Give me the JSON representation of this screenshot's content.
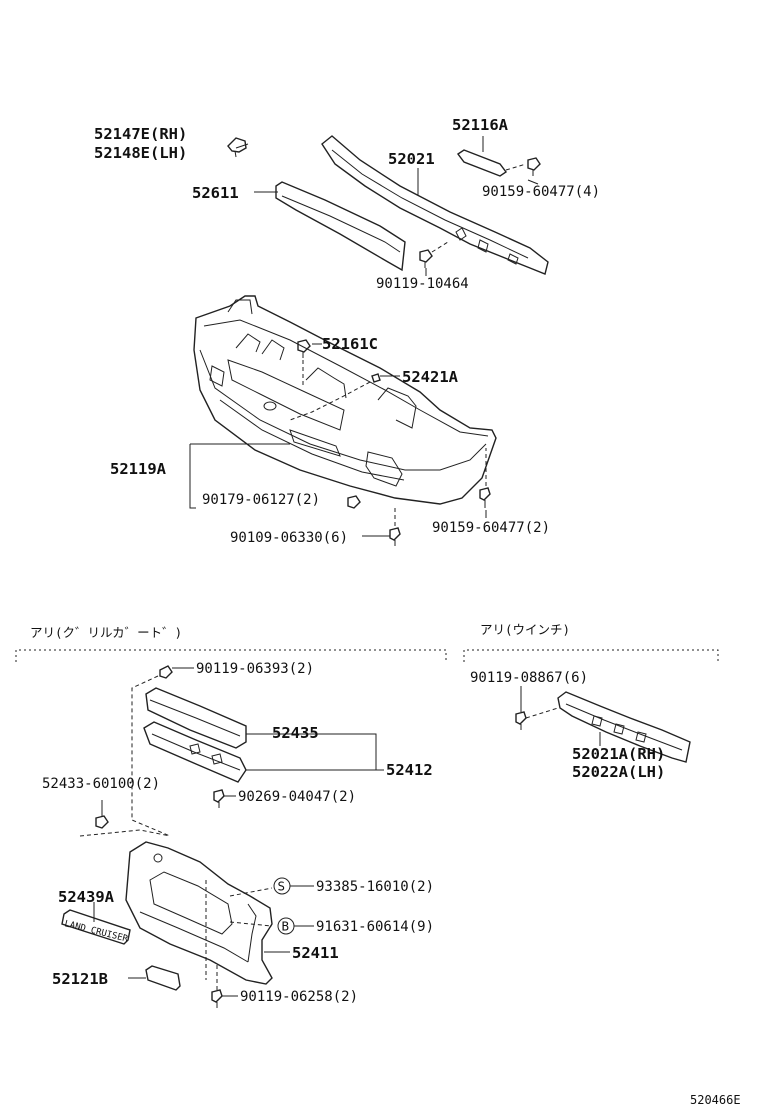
{
  "labels": {
    "p52147E": "52147E(RH)",
    "p52148E": "52148E(LH)",
    "p52116A": "52116A",
    "p52021": "52021",
    "p52611": "52611",
    "p90159_60477_4": "90159-60477(4)",
    "p90119_10464": "90119-10464",
    "p52161C": "52161C",
    "p52421A": "52421A",
    "p52119A": "52119A",
    "p90179_06127": "90179-06127(2)",
    "p90109_06330": "90109-06330(6)",
    "p90159_60477_2": "90159-60477(2)",
    "p90119_06393": "90119-06393(2)",
    "p52435": "52435",
    "p52412": "52412",
    "p52433_60100": "52433-60100(2)",
    "p90269_04047": "90269-04047(2)",
    "p52439A": "52439A",
    "p93385_16010": "93385-16010(2)",
    "p91631_60614": "91631-60614(9)",
    "p52411": "52411",
    "p52121B": "52121B",
    "p90119_06258": "90119-06258(2)",
    "p90119_08867": "90119-08867(6)",
    "p52021A": "52021A(RH)",
    "p52022A": "52022A(LH)"
  },
  "sections": {
    "grille_guard": "アリ(ク゛リルカ゛ート゛)",
    "winch": "アリ(ウインチ)"
  },
  "markers": {
    "s": "S",
    "b": "B"
  },
  "emblem_text": "LAND CRUISER",
  "figure_code": "520466E"
}
